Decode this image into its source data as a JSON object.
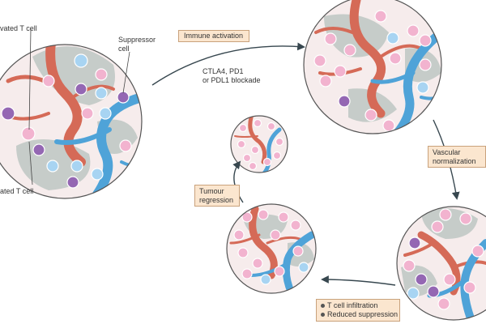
{
  "colors": {
    "artery": "#d56a57",
    "artery_dark": "#a84636",
    "vein": "#4fa3d8",
    "vein_dark": "#2f7fb8",
    "stroma": "#9fb3ad",
    "tumour_bg": "#f6ecec",
    "cell_pink": "#f2b3cf",
    "cell_blue": "#a8d4f2",
    "cell_purple": "#9467b3",
    "label_box": "#fbe6cf",
    "arrow": "#37474f"
  },
  "labels": {
    "activated_t_cell_top": "vated T cell",
    "activated_t_cell_bottom": "ated T cell",
    "suppressor_cell_line1": "Suppressor",
    "suppressor_cell_line2": "cell",
    "blockade_line1": "CTLA4, PD1",
    "blockade_line2": "or PDL1 blockade"
  },
  "boxes": {
    "immune_activation": "Immune activation",
    "vascular_normalization_line1": "Vascular",
    "vascular_normalization_line2": "normalization",
    "tumour_regression_line1": "Tumour",
    "tumour_regression_line2": "regression",
    "outcome_1": "T cell infiltration",
    "outcome_2": "Reduced suppression"
  },
  "icons": [
    "arrow-head-icon",
    "bullet-dot-icon"
  ]
}
